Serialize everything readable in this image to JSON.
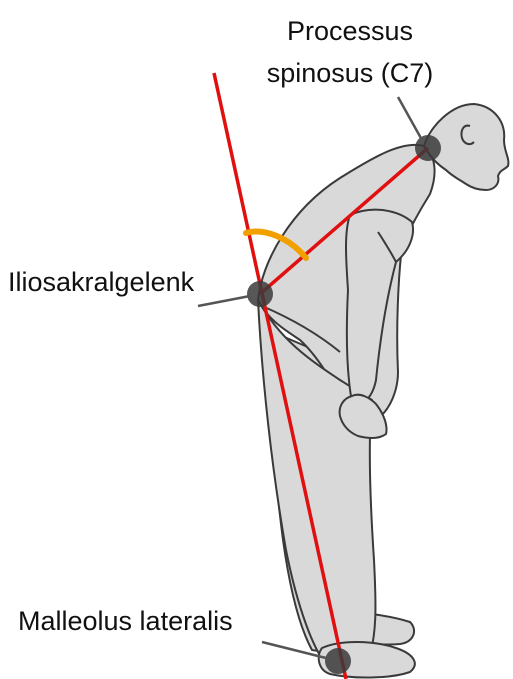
{
  "labels": {
    "c7_line1": "Processus",
    "c7_line2": "spinosus (C7)",
    "si_joint": "Iliosakralgelenk",
    "malleolus": "Malleolus lateralis"
  },
  "colors": {
    "reference_line": "#e01010",
    "angle_arc": "#f2a000",
    "figure_fill": "#d9d9d9",
    "figure_outline": "#3a3a3a",
    "joint_marker": "#3a3a3a",
    "leader_line": "#555555"
  }
}
